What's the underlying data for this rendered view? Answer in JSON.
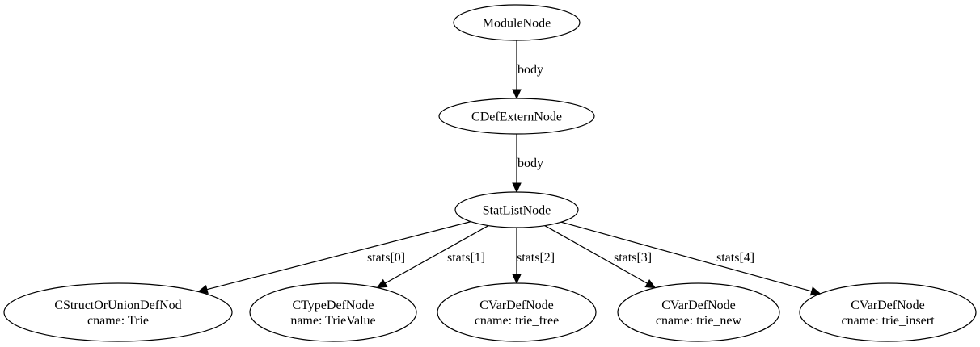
{
  "nodes": [
    {
      "id": "module",
      "lines": [
        "ModuleNode"
      ]
    },
    {
      "id": "cdefextern",
      "lines": [
        "CDefExternNode"
      ]
    },
    {
      "id": "statlist",
      "lines": [
        "StatListNode"
      ]
    },
    {
      "id": "cstruct",
      "lines": [
        "CStructOrUnionDefNod",
        "cname: Trie"
      ]
    },
    {
      "id": "ctypedef",
      "lines": [
        "CTypeDefNode",
        "name: TrieValue"
      ]
    },
    {
      "id": "cvar-free",
      "lines": [
        "CVarDefNode",
        "cname: trie_free"
      ]
    },
    {
      "id": "cvar-new",
      "lines": [
        "CVarDefNode",
        "cname: trie_new"
      ]
    },
    {
      "id": "cvar-insert",
      "lines": [
        "CVarDefNode",
        "cname: trie_insert"
      ]
    }
  ],
  "edges": [
    {
      "from": "module",
      "to": "cdefextern",
      "label": "body"
    },
    {
      "from": "cdefextern",
      "to": "statlist",
      "label": "body"
    },
    {
      "from": "statlist",
      "to": "cstruct",
      "label": "stats[0]"
    },
    {
      "from": "statlist",
      "to": "ctypedef",
      "label": "stats[1]"
    },
    {
      "from": "statlist",
      "to": "cvar-free",
      "label": "stats[2]"
    },
    {
      "from": "statlist",
      "to": "cvar-new",
      "label": "stats[3]"
    },
    {
      "from": "statlist",
      "to": "cvar-insert",
      "label": "stats[4]"
    }
  ]
}
